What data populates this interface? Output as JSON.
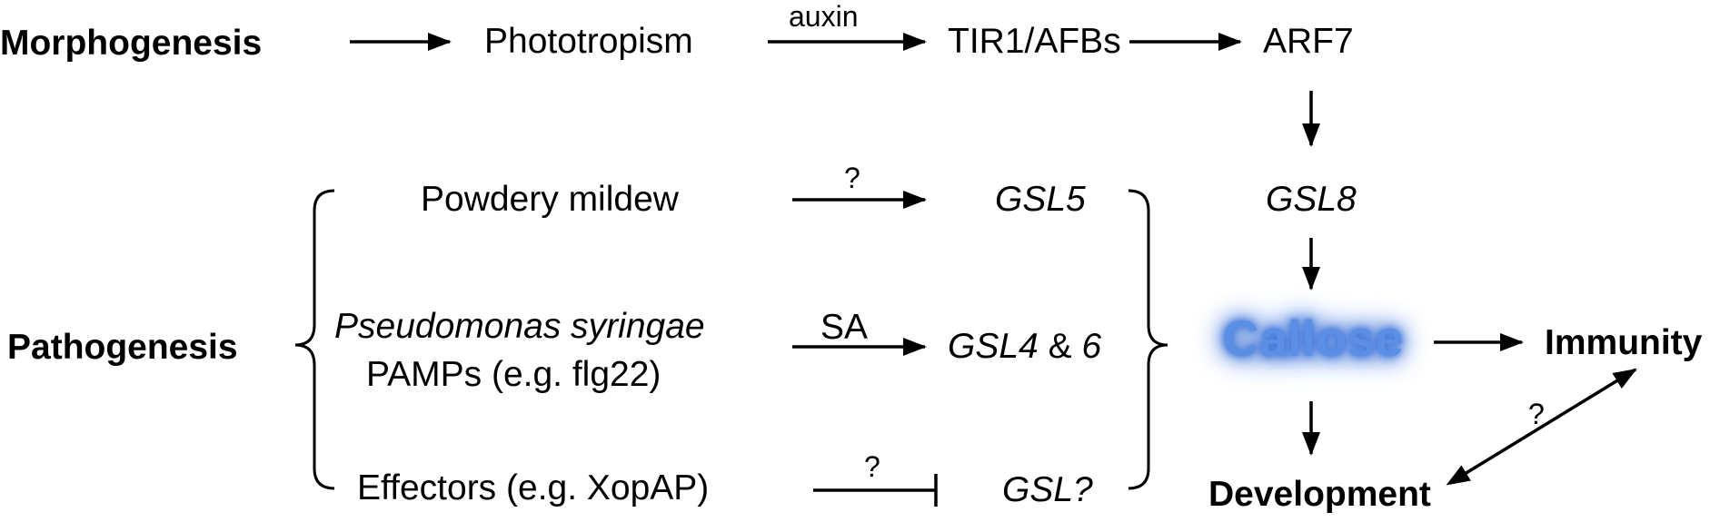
{
  "diagram": {
    "morphogenesis": "Morphogenesis",
    "phototropism": "Phototropism",
    "auxin": "auxin",
    "tir1": "TIR1/AFBs",
    "arf7": "ARF7",
    "gsl8": "GSL8",
    "pathogenesis": "Pathogenesis",
    "powdery_mildew": "Powdery mildew",
    "q1": "?",
    "gsl5": "GSL5",
    "pseudomonas": "Pseudomonas syringae",
    "pamps": "PAMPs (e.g. flg22)",
    "sa": "SA",
    "gsl4_italic": "GSL4",
    "gsl4_amp": "&",
    "gsl4_six": "6",
    "effectors": "Effectors (e.g. XopAP)",
    "q2": "?",
    "gsl_q": "GSL?",
    "callose": "Callose",
    "immunity": "Immunity",
    "development": "Development",
    "q3": "?"
  }
}
